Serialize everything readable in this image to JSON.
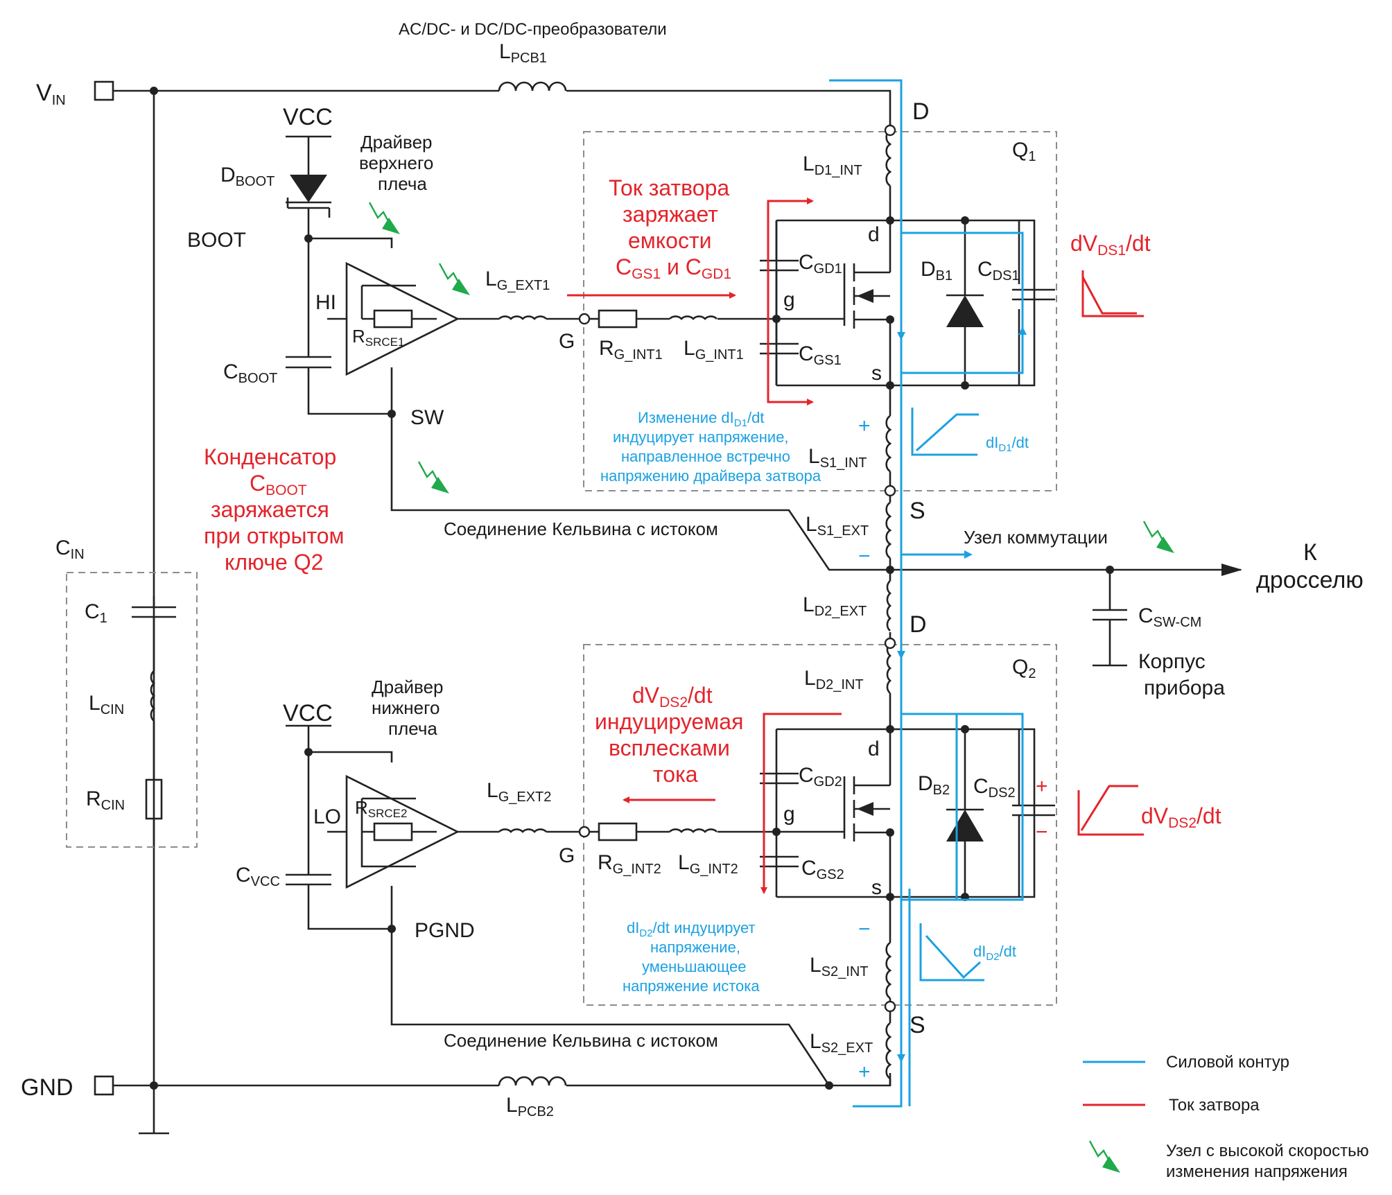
{
  "title": "AC/DC- и DC/DC-преобразователи",
  "colors": {
    "power_loop": "#1ba1e2",
    "gate_current": "#e3242b",
    "fast_node": "#1faa4b",
    "wire": "#222222"
  },
  "nodes": {
    "vin": {
      "main": "V",
      "sub": "IN"
    },
    "gnd": "GND",
    "vcc_top": "VCC",
    "vcc_bot": "VCC",
    "boot": "BOOT",
    "sw": "SW",
    "pgnd": "PGND",
    "hi": "HI",
    "lo": "LO",
    "g_top": "G",
    "g_bot": "G",
    "d_top": "D",
    "d_mid": "D",
    "s_mid": "S",
    "s_bot": "S",
    "q1": {
      "main": "Q",
      "sub": "1"
    },
    "q2": {
      "main": "Q",
      "sub": "2"
    },
    "d_small_1": "d",
    "g_small_1": "g",
    "s_small_1": "s",
    "d_small_2": "d",
    "g_small_2": "g",
    "s_small_2": "s",
    "to_inductor_1": "К",
    "to_inductor_2": "дросселю",
    "body_1": "Корпус",
    "body_2": "прибора"
  },
  "components": {
    "lpcb1": {
      "main": "L",
      "sub": "PCB1"
    },
    "lpcb2": {
      "main": "L",
      "sub": "PCB2"
    },
    "dboot": {
      "main": "D",
      "sub": "BOOT"
    },
    "cboot": {
      "main": "C",
      "sub": "BOOT"
    },
    "cvcc": {
      "main": "C",
      "sub": "VCC"
    },
    "rsrce1": {
      "main": "R",
      "sub": "SRCE1"
    },
    "rsrce2": {
      "main": "R",
      "sub": "SRCE2"
    },
    "lgext1": {
      "main": "L",
      "sub": "G_EXT1"
    },
    "lgext2": {
      "main": "L",
      "sub": "G_EXT2"
    },
    "rgint1": {
      "main": "R",
      "sub": "G_INT1"
    },
    "rgint2": {
      "main": "R",
      "sub": "G_INT2"
    },
    "lgint1": {
      "main": "L",
      "sub": "G_INT1"
    },
    "lgint2": {
      "main": "L",
      "sub": "G_INT2"
    },
    "cgd1": {
      "main": "C",
      "sub": "GD1"
    },
    "cgs1": {
      "main": "C",
      "sub": "GS1"
    },
    "cgd2": {
      "main": "C",
      "sub": "GD2"
    },
    "cgs2": {
      "main": "C",
      "sub": "GS2"
    },
    "db1": {
      "main": "D",
      "sub": "B1"
    },
    "db2": {
      "main": "D",
      "sub": "B2"
    },
    "cds1": {
      "main": "C",
      "sub": "DS1"
    },
    "cds2": {
      "main": "C",
      "sub": "DS2"
    },
    "ld1int": {
      "main": "L",
      "sub": "D1_INT"
    },
    "ld2int": {
      "main": "L",
      "sub": "D2_INT"
    },
    "ls1int": {
      "main": "L",
      "sub": "S1_INT"
    },
    "ls2int": {
      "main": "L",
      "sub": "S2_INT"
    },
    "ls1ext": {
      "main": "L",
      "sub": "S1_EXT"
    },
    "ls2ext": {
      "main": "L",
      "sub": "S2_EXT"
    },
    "ld2ext": {
      "main": "L",
      "sub": "D2_EXT"
    },
    "cswcm": {
      "main": "C",
      "sub": "SW-CM"
    },
    "cin": {
      "main": "C",
      "sub": "IN"
    },
    "c1": {
      "main": "C",
      "sub": "1"
    },
    "lcin": {
      "main": "L",
      "sub": "CIN"
    },
    "rcin": {
      "main": "R",
      "sub": "CIN"
    }
  },
  "labels": {
    "hs_driver": [
      "Драйвер",
      "верхнего",
      "плеча"
    ],
    "ls_driver": [
      "Драйвер",
      "нижнего",
      "плеча"
    ],
    "kelvin_top": "Соединение Кельвина с истоком",
    "kelvin_bot": "Соединение Кельвина с истоком",
    "switch_node": "Узел коммутации"
  },
  "red_notes": {
    "gate_charge": {
      "l1": "Ток затвора",
      "l2": "заряжает",
      "l3": "емкости",
      "l4a": "C",
      "l4b": "GS1",
      "l4c": " и C",
      "l4d": "GD1"
    },
    "cboot_note": {
      "l1": "Конденсатор",
      "l2a": "C",
      "l2b": "BOOT",
      "l3": "заряжается",
      "l4": "при открытом",
      "l5": "ключе Q2"
    },
    "dvds2_note": {
      "l1a": "dV",
      "l1b": "DS2",
      "l1c": "/dt",
      "l2": "индуцируемая",
      "l3": "всплесками",
      "l4": "тока"
    },
    "dvds1": {
      "a": "dV",
      "b": "DS1",
      "c": "/dt"
    },
    "dvds2": {
      "a": "dV",
      "b": "DS2",
      "c": "/dt"
    }
  },
  "blue_notes": {
    "did1_note": {
      "l1a": "Изменение dI",
      "l1b": "D1",
      "l1c": "/dt",
      "l2": "индуцирует напряжение,",
      "l3": "направленное встречно",
      "l4": "напряжению драйвера затвора"
    },
    "did2_note": {
      "l1a": "dI",
      "l1b": "D2",
      "l1c": "/dt индуцирует",
      "l2": "напряжение,",
      "l3": "уменьшающее",
      "l4": "напряжение истока"
    },
    "did1": {
      "a": "dI",
      "b": "D1",
      "c": "/dt"
    },
    "did2": {
      "a": "dI",
      "b": "D2",
      "c": "/dt"
    }
  },
  "polarity": {
    "plus": "+",
    "minus": "−"
  },
  "legend": {
    "power_loop": "Силовой контур",
    "gate_current": "Ток затвора",
    "fast_node_1": "Узел с  высокой скоростью",
    "fast_node_2": "изменения напряжения"
  }
}
